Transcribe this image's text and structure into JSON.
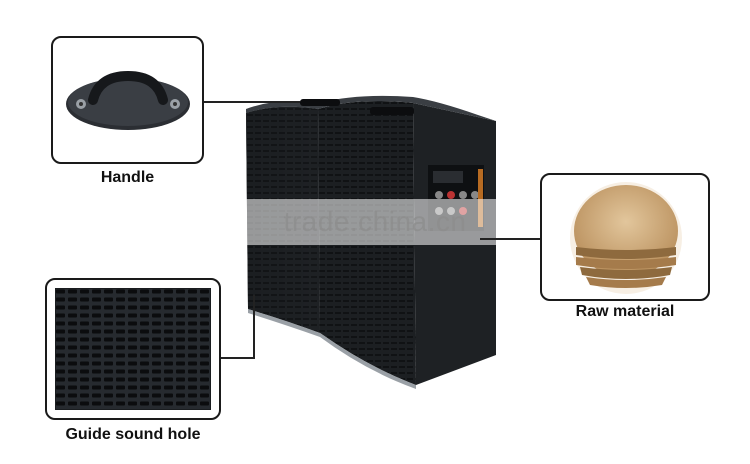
{
  "callouts": {
    "handle": {
      "label": "Handle",
      "icon": "handle-icon"
    },
    "raw_material": {
      "label": "Raw material",
      "icon": "wood-board-icon"
    },
    "guide_sound_hole": {
      "label": "Guide sound hole",
      "icon": "grille-icon"
    }
  },
  "watermark": "trade.china.cn",
  "colors": {
    "speaker_body": "#1c1f22",
    "wood": "#c9a878",
    "line": "#222222"
  }
}
